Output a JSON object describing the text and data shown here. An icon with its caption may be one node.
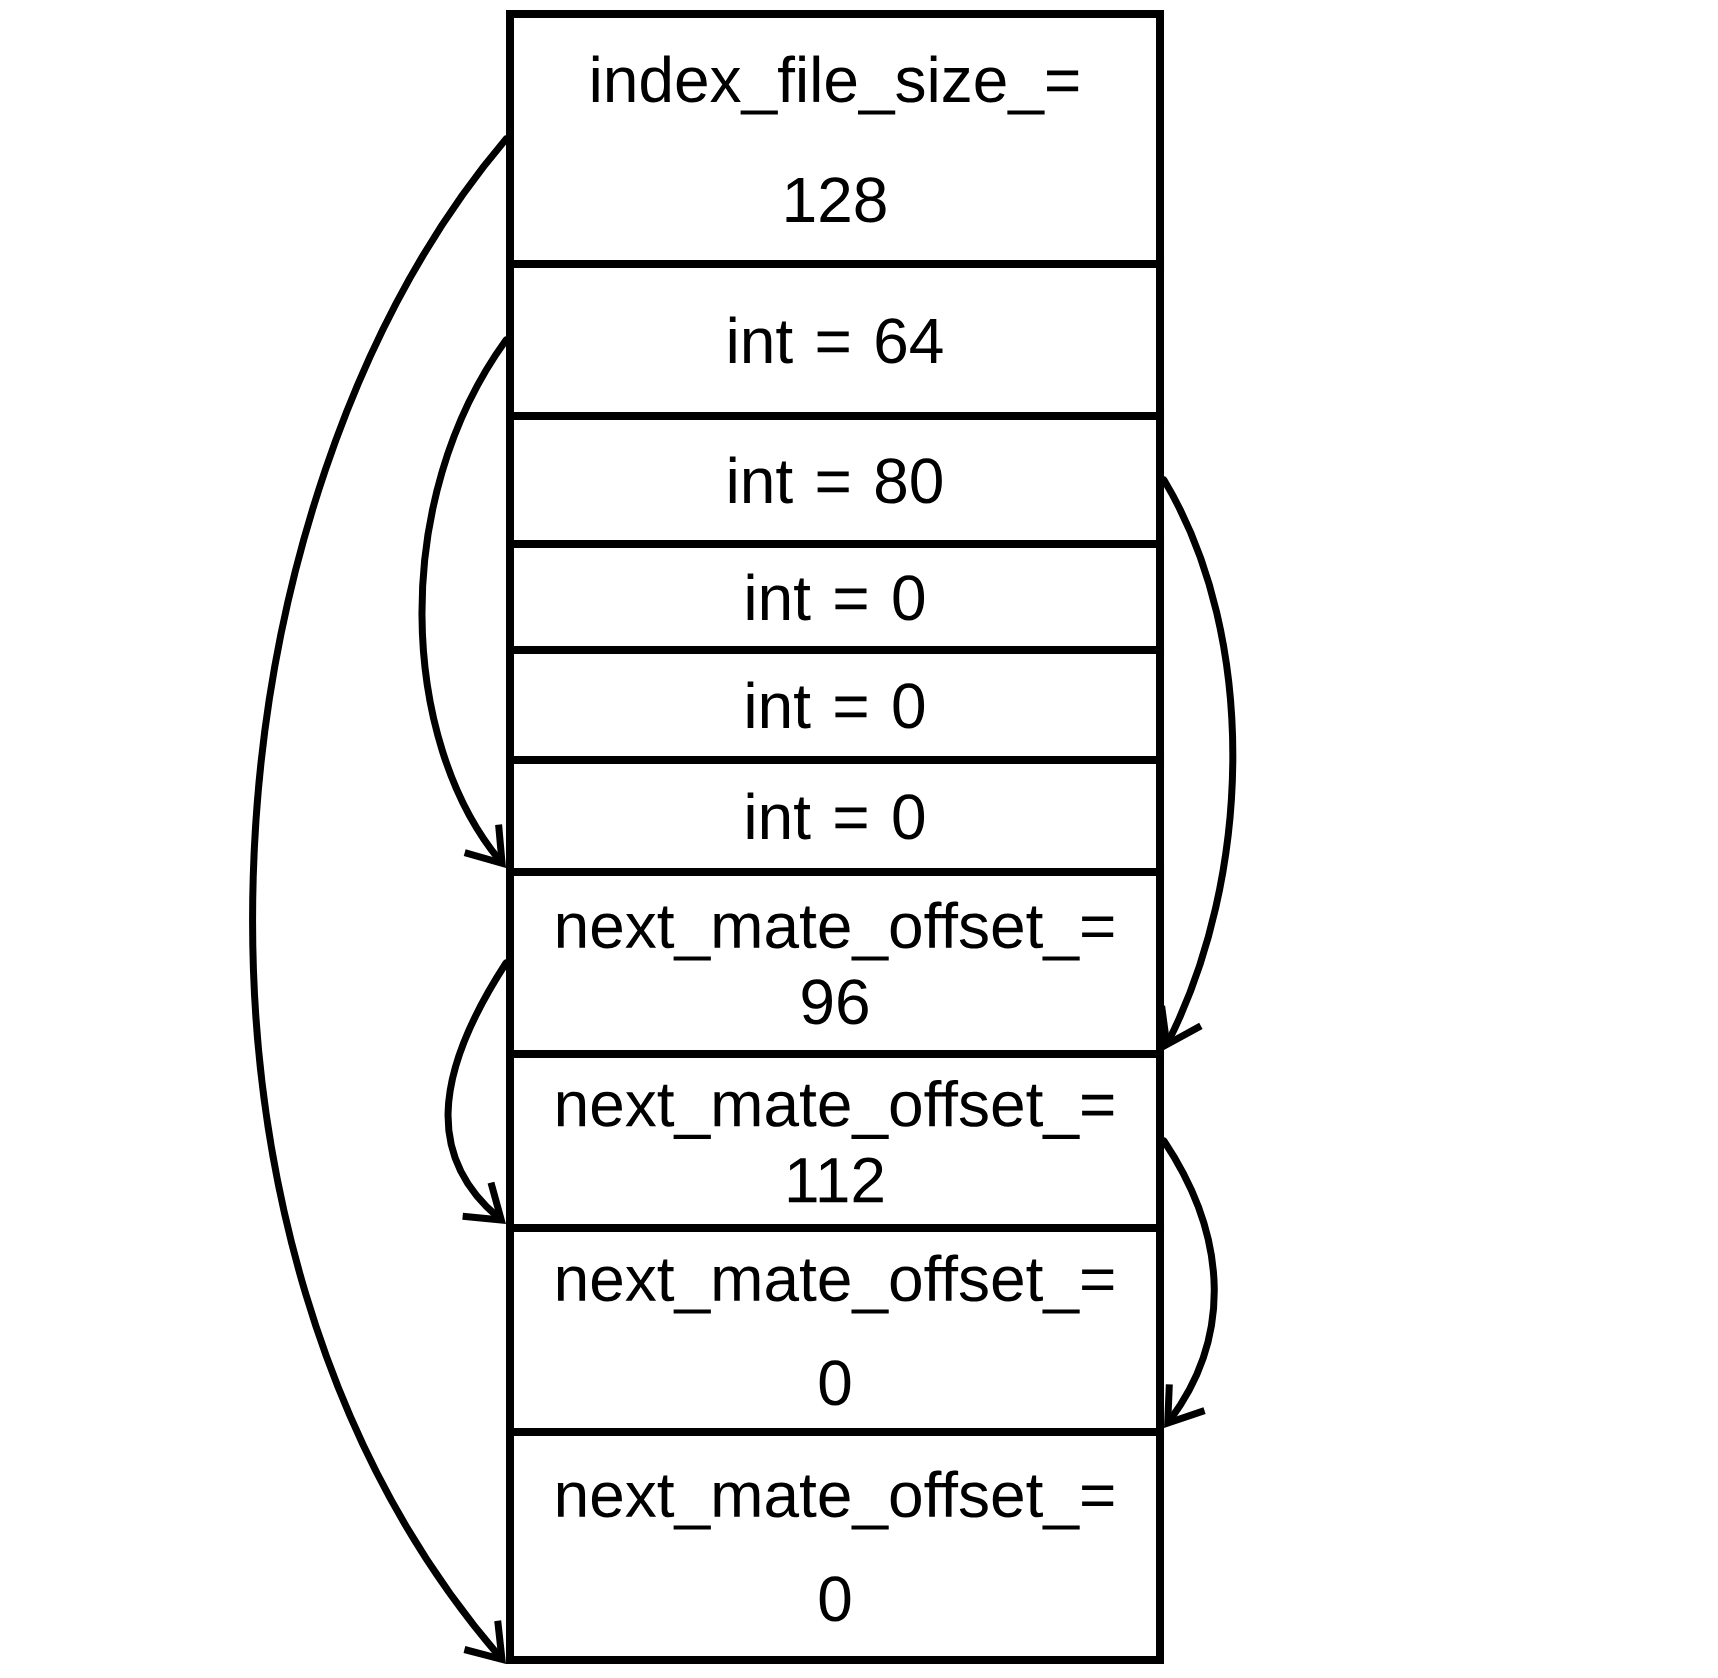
{
  "diagram": {
    "nodes": [
      {
        "text": [
          "index_file_size_= 128"
        ]
      },
      {
        "text": [
          "int = 64"
        ]
      },
      {
        "text": [
          "int = 80"
        ]
      },
      {
        "text": [
          "int = 0"
        ]
      },
      {
        "text": [
          "int = 0"
        ]
      },
      {
        "text": [
          "int = 0"
        ]
      },
      {
        "text": [
          "next_mate_offset_= 96"
        ]
      },
      {
        "text": [
          "next_mate_offset_= 112"
        ]
      },
      {
        "text": [
          "next_mate_offset_= 0"
        ]
      },
      {
        "text": [
          "next_mate_offset_= 0"
        ]
      }
    ],
    "edges": [
      {
        "from": 0,
        "to": 9,
        "arrow": "to"
      },
      {
        "from": 1,
        "to": 6,
        "arrow": "to"
      },
      {
        "from": 2,
        "to": 7,
        "arrow": "to"
      },
      {
        "from": 6,
        "to": 8,
        "arrow": "to"
      },
      {
        "from": 7,
        "to": 9,
        "arrow": "to"
      }
    ]
  }
}
